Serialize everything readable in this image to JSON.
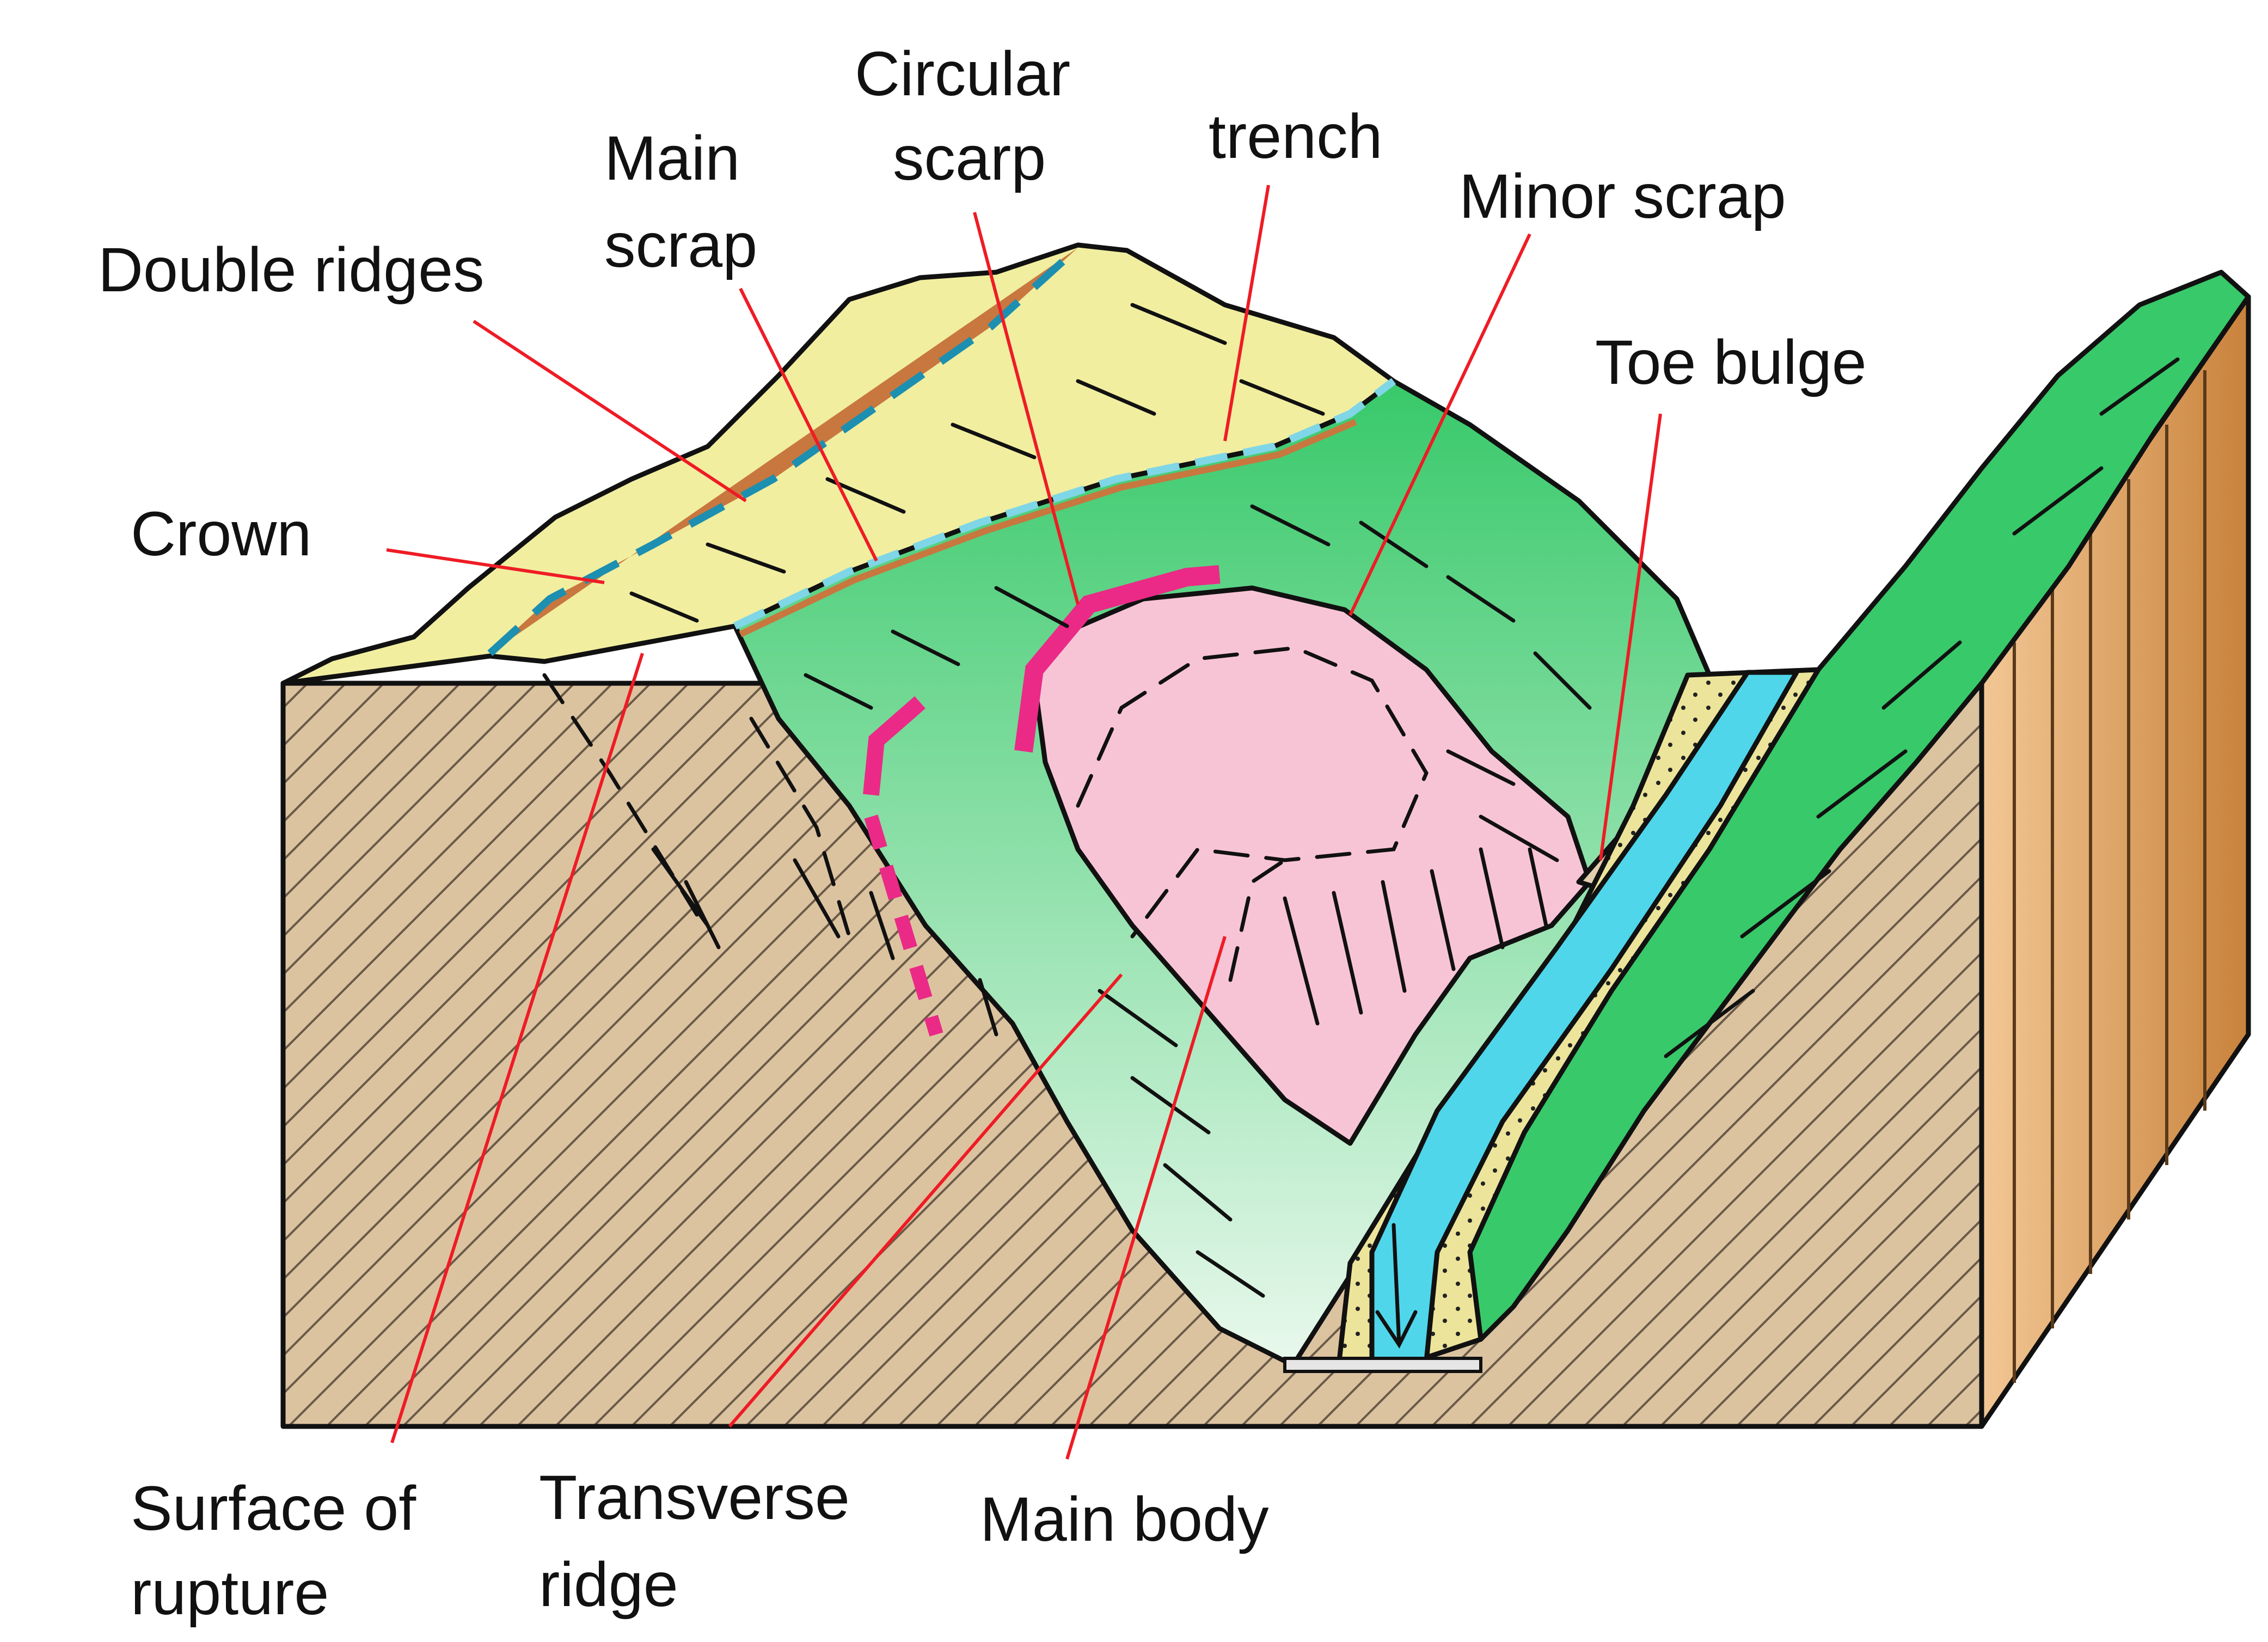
{
  "labels": {
    "double_ridges": "Double ridges",
    "main_scrap_1": "Main",
    "main_scrap_2": "scrap",
    "circular_scarp_1": "Circular",
    "circular_scarp_2": "scarp",
    "trench": "trench",
    "minor_scrap": "Minor scrap",
    "toe_bulge": "Toe bulge",
    "crown": "Crown",
    "surface_of_rupture_1": "Surface of",
    "surface_of_rupture_2": "rupture",
    "transverse_ridge_1": "Transverse",
    "transverse_ridge_2": "ridge",
    "main_body": "Main body"
  },
  "colors": {
    "bedrock": "#dcc3a0",
    "plateau": "#f1eea0",
    "slope_green": "#38c96a",
    "light_green": "#b9ecc7",
    "landslide_body": "#f7c4d6",
    "river": "#4fd6ea",
    "sand": "#ece49a",
    "scarp_orange": "#c8773f",
    "scarp_magenta": "#ea2a86",
    "leader": "#ee1c25",
    "cliff_face": "#d99a55"
  }
}
